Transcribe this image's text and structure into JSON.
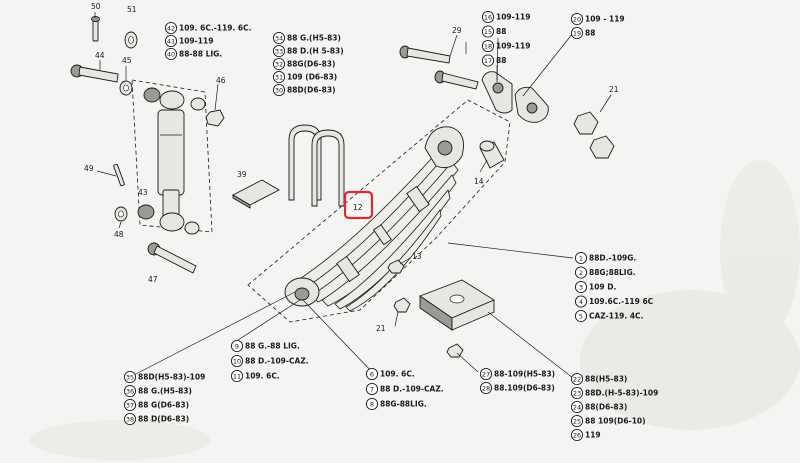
{
  "highlight_color": "#e0262e",
  "callouts": {
    "c50": "50",
    "c51": "51",
    "c44": "44",
    "c45": "45",
    "c46": "46",
    "c43": "43",
    "c49": "49",
    "c48": "48",
    "c47": "47",
    "c39": "39",
    "c12": "12",
    "c13": "13",
    "c14": "14",
    "c21a": "21",
    "c21b": "21",
    "c29": "29"
  },
  "legend_tl": [
    {
      "num": "42",
      "text": "109. 6C.-119. 6C."
    },
    {
      "num": "41",
      "text": "109-119"
    },
    {
      "num": "40",
      "text": "88-88 LIG."
    }
  ],
  "legend_tm": [
    {
      "num": "34",
      "text": "88 G.(H5-83)"
    },
    {
      "num": "33",
      "text": "88 D.(H 5-83)"
    },
    {
      "num": "32",
      "text": "88G(D6-83)"
    },
    {
      "num": "31",
      "text": "109 (D6-83)"
    },
    {
      "num": "30",
      "text": "88D(D6-83)"
    }
  ],
  "legend_tr1": [
    {
      "num": "16",
      "text": "109-119"
    },
    {
      "num": "15",
      "text": "88"
    },
    {
      "num": "18",
      "text": "109-119"
    },
    {
      "num": "17",
      "text": "88"
    }
  ],
  "legend_tr2": [
    {
      "num": "20",
      "text": "109 - 119"
    },
    {
      "num": "19",
      "text": "88"
    }
  ],
  "legend_r": [
    {
      "num": "1",
      "text": "88D.-109G."
    },
    {
      "num": "2",
      "text": "88G;88LIG."
    },
    {
      "num": "3",
      "text": "109 D."
    },
    {
      "num": "4",
      "text": "109.6C.-119 6C"
    },
    {
      "num": "5",
      "text": "CAZ-119. 4C."
    }
  ],
  "legend_bm1": [
    {
      "num": "9",
      "text": "88 G.-88 LIG."
    },
    {
      "num": "10",
      "text": "88 D.-109-CAZ."
    },
    {
      "num": "11",
      "text": "109. 6C."
    }
  ],
  "legend_bm2": [
    {
      "num": "6",
      "text": "109. 6C."
    },
    {
      "num": "7",
      "text": "88 D.-109-CAZ."
    },
    {
      "num": "8",
      "text": "88G-88LIG."
    }
  ],
  "legend_bm3": [
    {
      "num": "27",
      "text": "88-109(H5-83)"
    },
    {
      "num": "28",
      "text": "88.109(D6-83)"
    }
  ],
  "legend_bl": [
    {
      "num": "35",
      "text": "88D(H5-83)-109"
    },
    {
      "num": "36",
      "text": "88 G.(H5-83)"
    },
    {
      "num": "37",
      "text": "88 G(D6-83)"
    },
    {
      "num": "38",
      "text": "88 D(D6-83)"
    }
  ],
  "legend_br": [
    {
      "num": "22",
      "text": "88(H5-83)"
    },
    {
      "num": "23",
      "text": "88D.(H-5-83)-109"
    },
    {
      "num": "24",
      "text": "88(D6-83)"
    },
    {
      "num": "25",
      "text": "88 109(D6-10)"
    },
    {
      "num": "26",
      "text": "119"
    }
  ]
}
